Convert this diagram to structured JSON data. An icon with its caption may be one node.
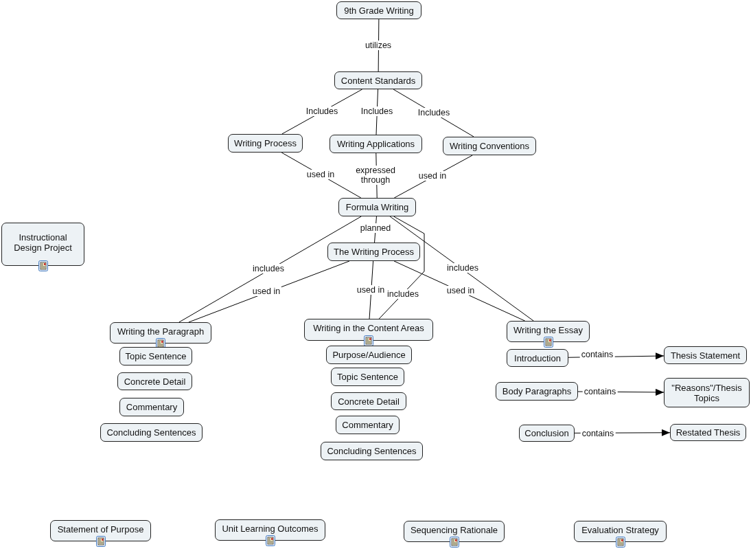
{
  "diagram": {
    "nodes": [
      {
        "text": [
          "9th Grade Writing"
        ]
      },
      {
        "text": [
          "Content Standards"
        ]
      },
      {
        "text": [
          "Writing Process"
        ]
      },
      {
        "text": [
          "Writing Applications"
        ]
      },
      {
        "text": [
          "Writing Conventions"
        ]
      },
      {
        "text": [
          "Formula Writing"
        ]
      },
      {
        "text": [
          "The Writing Process"
        ]
      },
      {
        "text": [
          "Instructional Design Project"
        ]
      },
      {
        "text": [
          "Writing the Paragraph"
        ]
      },
      {
        "text": [
          "Topic Sentence"
        ]
      },
      {
        "text": [
          "Concrete Detail"
        ]
      },
      {
        "text": [
          "Commentary"
        ]
      },
      {
        "text": [
          "Concluding Sentences"
        ]
      },
      {
        "text": [
          "Writing in the Content Areas"
        ]
      },
      {
        "text": [
          "Purpose/Audience"
        ]
      },
      {
        "text": [
          "Topic Sentence"
        ]
      },
      {
        "text": [
          "Concrete Detail"
        ]
      },
      {
        "text": [
          "Commentary"
        ]
      },
      {
        "text": [
          "Concluding Sentences"
        ]
      },
      {
        "text": [
          "Writing the Essay"
        ]
      },
      {
        "text": [
          "Introduction"
        ]
      },
      {
        "text": [
          "Thesis Statement"
        ]
      },
      {
        "text": [
          "Body Paragraphs"
        ]
      },
      {
        "text": [
          "\"Reasons\"/Thesis Topics"
        ]
      },
      {
        "text": [
          "Conclusion"
        ]
      },
      {
        "text": [
          "Restated Thesis"
        ]
      },
      {
        "text": [
          "Statement of Purpose"
        ]
      },
      {
        "text": [
          "Unit Learning Outcomes"
        ]
      },
      {
        "text": [
          "Sequencing Rationale"
        ]
      },
      {
        "text": [
          "Evaluation Strategy"
        ]
      }
    ],
    "edges": [
      {
        "from": 0,
        "to": 1,
        "arrow": "none",
        "label": "utilizes"
      },
      {
        "from": 1,
        "to": 2,
        "arrow": "none",
        "label": "Includes"
      },
      {
        "from": 1,
        "to": 3,
        "arrow": "none",
        "label": "Includes"
      },
      {
        "from": 1,
        "to": 4,
        "arrow": "none",
        "label": "Includes"
      },
      {
        "from": 2,
        "to": 5,
        "arrow": "none",
        "label": "used in"
      },
      {
        "from": 3,
        "to": 5,
        "arrow": "none",
        "label": "expressed through"
      },
      {
        "from": 4,
        "to": 5,
        "arrow": "none",
        "label": "used in"
      },
      {
        "from": 5,
        "to": 6,
        "arrow": "none",
        "label": "planned"
      },
      {
        "from": 5,
        "to": 8,
        "arrow": "none",
        "label": "includes"
      },
      {
        "from": 5,
        "to": 13,
        "arrow": "none",
        "label": "includes"
      },
      {
        "from": 5,
        "to": 19,
        "arrow": "none",
        "label": "includes"
      },
      {
        "from": 6,
        "to": 8,
        "arrow": "none",
        "label": "used in"
      },
      {
        "from": 6,
        "to": 13,
        "arrow": "none",
        "label": "used in"
      },
      {
        "from": 6,
        "to": 19,
        "arrow": "none",
        "label": "used in"
      },
      {
        "from": 20,
        "to": 21,
        "arrow": "to",
        "label": "contains"
      },
      {
        "from": 22,
        "to": 23,
        "arrow": "to",
        "label": "contains"
      },
      {
        "from": 24,
        "to": 25,
        "arrow": "to",
        "label": "contains"
      }
    ]
  }
}
